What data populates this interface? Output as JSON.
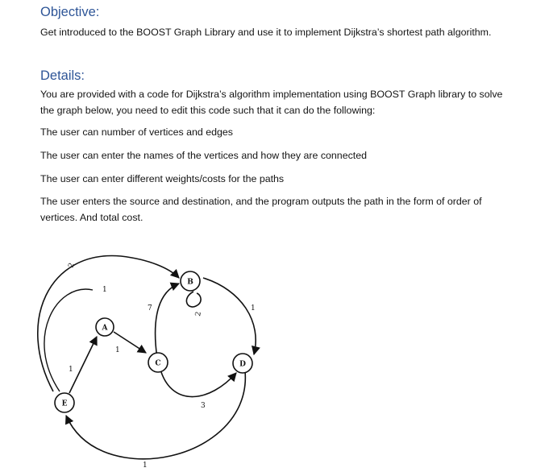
{
  "objective": {
    "heading": "Objective:",
    "text": "Get introduced to the BOOST Graph Library and use it to implement Dijkstra’s shortest path algorithm."
  },
  "details": {
    "heading": "Details:",
    "intro": "You are provided with a code for Dijkstra’s algorithm implementation using BOOST Graph library to solve the graph below, you need to edit this code such that it can do the following:",
    "items": [
      "The user can number of vertices and edges",
      "The user can enter the names of the vertices and how they are connected",
      "The user can enter different weights/costs for the paths",
      "The user enters the source and destination, and the program outputs the path in the form of order of vertices. And total cost."
    ]
  },
  "graph": {
    "nodes": [
      "A",
      "B",
      "C",
      "D",
      "E"
    ],
    "edge_weights": {
      "e_to_a": "1",
      "a_to_c": "1",
      "c_to_b": "7",
      "b_self": "2",
      "b_to_d": "1",
      "c_to_d": "3",
      "e_to_b": "2",
      "d_to_e_outer": "1",
      "e_left_loop": "1"
    }
  }
}
